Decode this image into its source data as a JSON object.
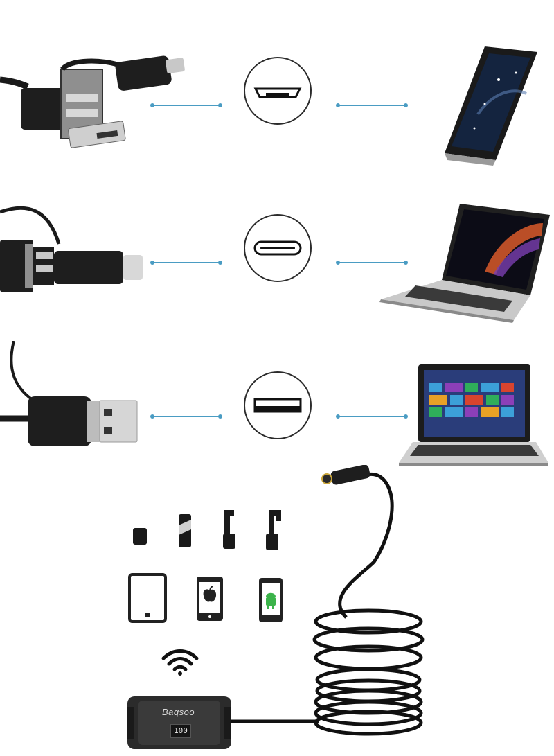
{
  "connections": [
    {
      "port": "micro-usb",
      "device": "smartphone"
    },
    {
      "port": "usb-c",
      "device": "macbook-laptop"
    },
    {
      "port": "usb-a",
      "device": "windows-laptop"
    }
  ],
  "accessories": [
    "magnet-tip",
    "mirror-tip",
    "hook-tip",
    "hook-tip-large"
  ],
  "compatible_devices": [
    "tablet-icon",
    "apple-phone-icon",
    "android-phone-icon"
  ],
  "wifi_box": {
    "brand": "Baqsoo",
    "display": "100"
  },
  "colors": {
    "link_line": "#4a9cc3",
    "cable": "#111111"
  }
}
